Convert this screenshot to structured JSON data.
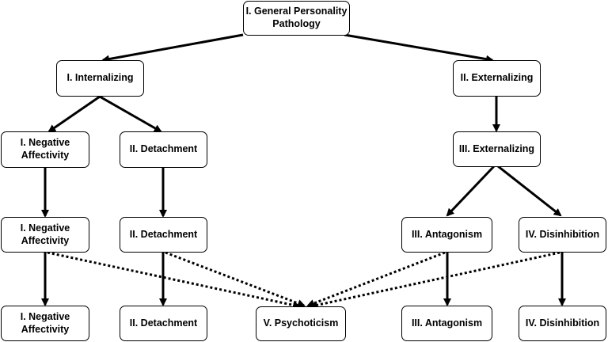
{
  "diagram": {
    "level1": {
      "general": "I. General Personality Pathology"
    },
    "level2": {
      "internalizing": "I. Internalizing",
      "externalizing": "II. Externalizing"
    },
    "level3": {
      "negative_affectivity": "I. Negative Affectivity",
      "detachment": "II. Detachment",
      "externalizing": "III. Externalizing"
    },
    "level4": {
      "negative_affectivity": "I. Negative Affectivity",
      "detachment": "II. Detachment",
      "antagonism": "III. Antagonism",
      "disinhibition": "IV. Disinhibition"
    },
    "level5": {
      "negative_affectivity": "I. Negative Affectivity",
      "detachment": "II. Detachment",
      "psychoticism": "V. Psychoticism",
      "antagonism": "III. Antagonism",
      "disinhibition": "IV. Disinhibition"
    },
    "colors": {
      "stroke": "#000000",
      "fill": "#ffffff",
      "text": "#000000"
    }
  }
}
